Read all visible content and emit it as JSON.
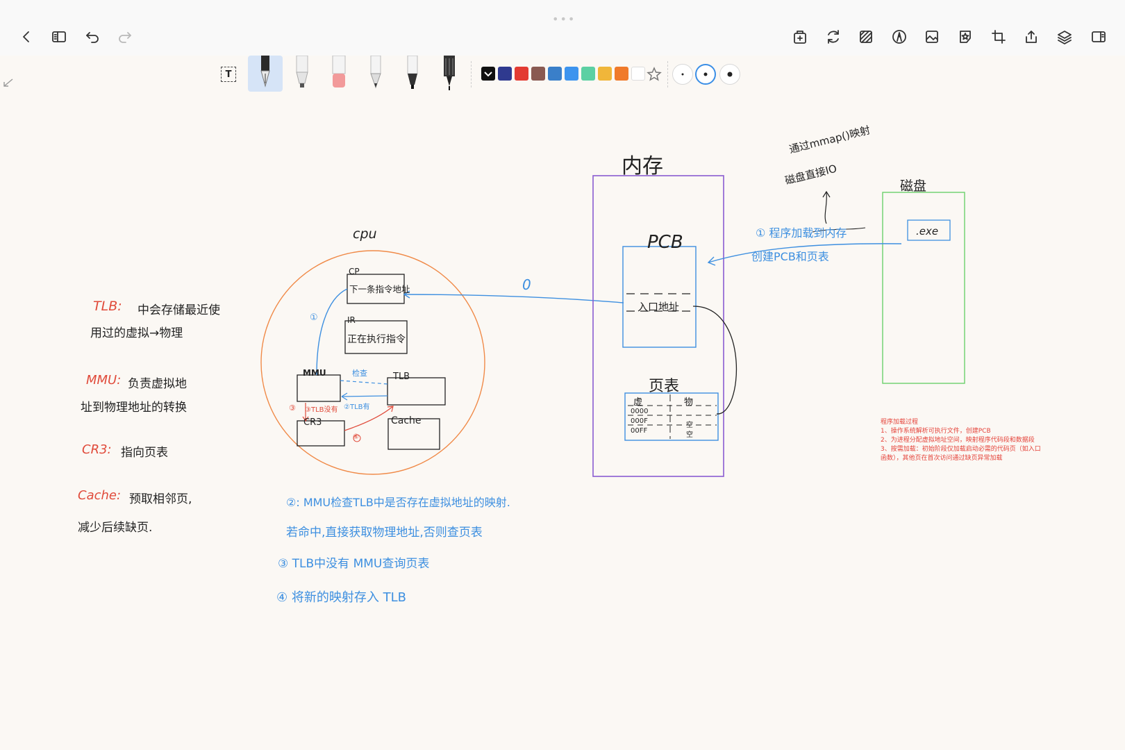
{
  "toolbar": {
    "grip": "•••",
    "left_buttons": [
      "back",
      "sidebar",
      "undo",
      "redo"
    ],
    "right_buttons": [
      "add-page",
      "sync",
      "pattern",
      "pen-tool",
      "image",
      "sticker",
      "crop",
      "share",
      "layers",
      "panel"
    ]
  },
  "tools": {
    "text_tool_label": "T",
    "pens": [
      "fountain-pen",
      "marker",
      "eraser",
      "pencil",
      "brush-pen",
      "technical-pen"
    ],
    "selected_pen_index": 0
  },
  "colors": [
    "#111111",
    "#2f3a8f",
    "#e33b32",
    "#8a5a52",
    "#3a7fc9",
    "#3d94ee",
    "#5cd0a3",
    "#f0b63a",
    "#f07a2a",
    "#ffffff"
  ],
  "stroke_sizes": [
    "small",
    "medium",
    "large"
  ],
  "selected_stroke_size": 1,
  "notes": {
    "tlb_term": "TLB:",
    "tlb_desc1": "中会存储最近使",
    "tlb_desc2": "用过的虚拟→物理",
    "mmu_term": "MMU:",
    "mmu_desc1": "负责虚拟地",
    "mmu_desc2": "址到物理地址的转换",
    "cr3_term": "CR3:",
    "cr3_desc": "指向页表",
    "cache_term": "Cache:",
    "cache_desc1": "预取相邻页,",
    "cache_desc2": "减少后续缺页."
  },
  "diagram": {
    "cpu_label": "cpu",
    "cp_label": "CP",
    "cp_box": "下一条指令地址",
    "ir_label": "IR",
    "ir_box": "正在执行指令",
    "mmu_label": "MMU",
    "tlb_label": "TLB",
    "cr3_label": "CR3",
    "cache_label": "Cache",
    "check_label": "检查",
    "no_tlb_label": "③TLB没有",
    "tlb_yes_label": "②TLB有",
    "circle_1": "①",
    "circle_3": "③",
    "circle_4": "④",
    "arrow_0": "0",
    "memory_label": "内存",
    "pcb_label": "PCB",
    "entry_addr": "入口地址",
    "page_table_label": "页表",
    "pt_virtual": "虚",
    "pt_physical": "物",
    "pt_rows": [
      "0000",
      "000F",
      "00FF"
    ],
    "pt_empty1": "空",
    "pt_empty2": "空",
    "disk_label": "磁盘",
    "exe_label": ".exe",
    "load_step1": "① 程序加载到内存",
    "load_step2": "创建PCB和页表",
    "mmap_line1": "通过mmap()映射",
    "mmap_line2": "磁盘直接IO"
  },
  "steps": {
    "s2a": "②: MMU检查TLB中是否存在虚拟地址的映射.",
    "s2b": "若命中,直接获取物理地址,否则查页表",
    "s3": "③ TLB中没有 MMU查询页表",
    "s4": "④ 将新的映射存入 TLB"
  },
  "load_note": {
    "title": "程序加载过程",
    "line1": "1、操作系统解析可执行文件，创建PCB",
    "line2": "2、为进程分配虚拟地址空间，映射程序代码段和数据段",
    "line3": "3、按需加载：初始阶段仅加载启动必需的代码页（如入口",
    "line4": "函数），其他页在首次访问通过缺页异常加载"
  }
}
